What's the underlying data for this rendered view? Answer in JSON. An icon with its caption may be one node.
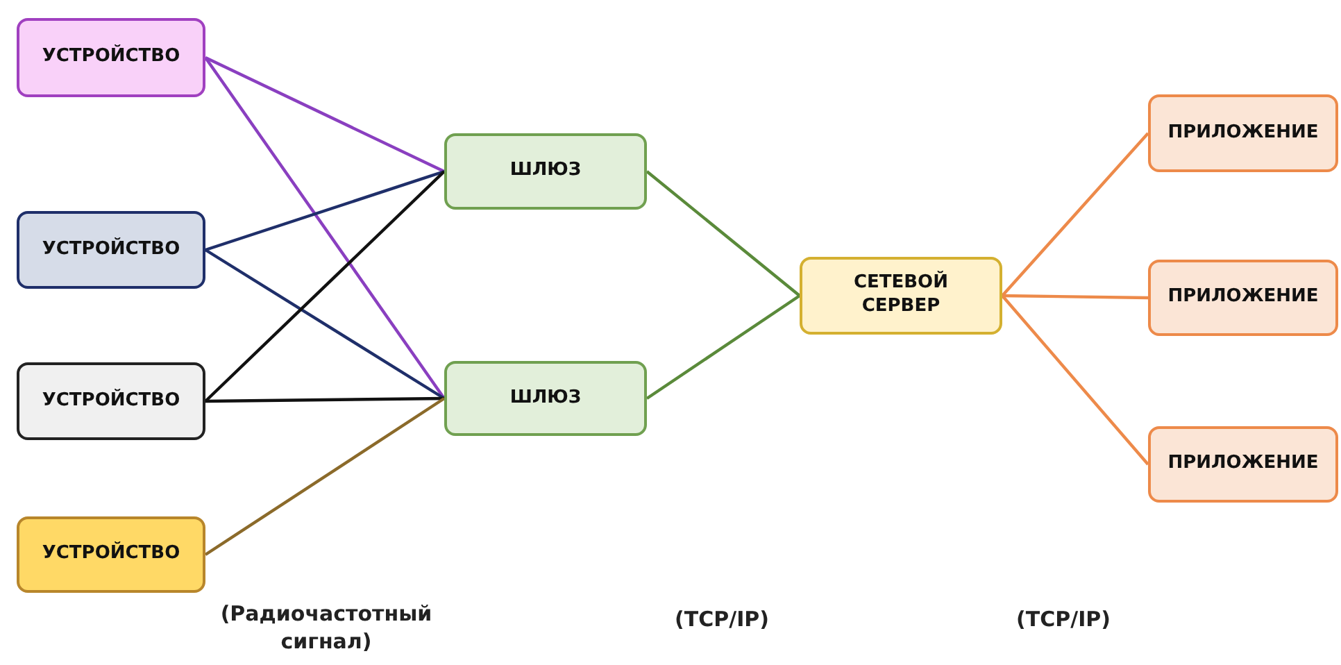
{
  "diagram": {
    "nodes": [
      {
        "text": [
          "УСТРОЙСТВО"
        ]
      },
      {
        "text": [
          "УСТРОЙСТВО"
        ]
      },
      {
        "text": [
          "УСТРОЙСТВО"
        ]
      },
      {
        "text": [
          "УСТРОЙСТВО"
        ]
      },
      {
        "text": [
          "ШЛЮЗ"
        ]
      },
      {
        "text": [
          "ШЛЮЗ"
        ]
      },
      {
        "text": [
          "СЕТЕВОЙ СЕРВЕР"
        ]
      },
      {
        "text": [
          "ПРИЛОЖЕНИЕ"
        ]
      },
      {
        "text": [
          "ПРИЛОЖЕНИЕ"
        ]
      },
      {
        "text": [
          "ПРИЛОЖЕНИЕ"
        ]
      }
    ],
    "edges": [
      {
        "from": 0,
        "to": 4,
        "arrow": "none",
        "color": "#8a3fc0"
      },
      {
        "from": 0,
        "to": 5,
        "arrow": "none",
        "color": "#8a3fc0"
      },
      {
        "from": 1,
        "to": 4,
        "arrow": "none",
        "color": "#1f2f6a"
      },
      {
        "from": 1,
        "to": 5,
        "arrow": "none",
        "color": "#1f2f6a"
      },
      {
        "from": 2,
        "to": 4,
        "arrow": "none",
        "color": "#111111"
      },
      {
        "from": 2,
        "to": 5,
        "arrow": "none",
        "color": "#111111"
      },
      {
        "from": 3,
        "to": 5,
        "arrow": "none",
        "color": "#8b6a2a"
      },
      {
        "from": 4,
        "to": 6,
        "arrow": "none",
        "color": "#5a8a3a"
      },
      {
        "from": 5,
        "to": 6,
        "arrow": "none",
        "color": "#5a8a3a"
      },
      {
        "from": 6,
        "to": 7,
        "arrow": "none",
        "color": "#ed8a4a"
      },
      {
        "from": 6,
        "to": 8,
        "arrow": "none",
        "color": "#ed8a4a"
      },
      {
        "from": 6,
        "to": 9,
        "arrow": "none",
        "color": "#ed8a4a"
      }
    ],
    "labels": [
      "(Радиочастотный сигнал)",
      "(TCP/IP)",
      "(TCP/IP)"
    ]
  }
}
